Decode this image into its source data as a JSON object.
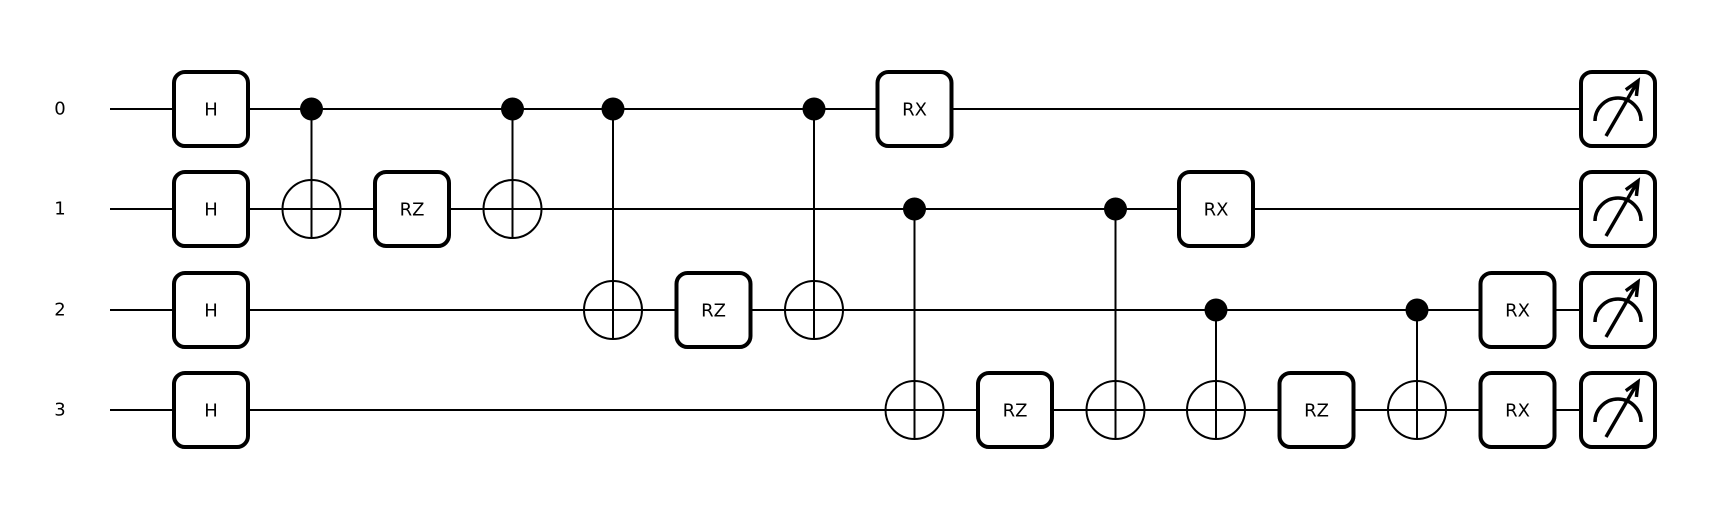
{
  "wires": [
    "0",
    "1",
    "2",
    "3"
  ],
  "operations": [
    {
      "type": "gate",
      "label": "H",
      "wire": 0,
      "step": 0
    },
    {
      "type": "gate",
      "label": "H",
      "wire": 1,
      "step": 0
    },
    {
      "type": "gate",
      "label": "H",
      "wire": 2,
      "step": 0
    },
    {
      "type": "gate",
      "label": "H",
      "wire": 3,
      "step": 0
    },
    {
      "type": "cnot",
      "control": 0,
      "target": 1,
      "step": 1
    },
    {
      "type": "gate",
      "label": "RZ",
      "wire": 1,
      "step": 2
    },
    {
      "type": "cnot",
      "control": 0,
      "target": 1,
      "step": 3
    },
    {
      "type": "cnot",
      "control": 0,
      "target": 2,
      "step": 4
    },
    {
      "type": "gate",
      "label": "RZ",
      "wire": 2,
      "step": 5
    },
    {
      "type": "cnot",
      "control": 0,
      "target": 2,
      "step": 6
    },
    {
      "type": "gate",
      "label": "RX",
      "wire": 0,
      "step": 7
    },
    {
      "type": "cnot",
      "control": 1,
      "target": 3,
      "step": 7
    },
    {
      "type": "gate",
      "label": "RZ",
      "wire": 3,
      "step": 8
    },
    {
      "type": "cnot",
      "control": 1,
      "target": 3,
      "step": 9
    },
    {
      "type": "gate",
      "label": "RX",
      "wire": 1,
      "step": 10
    },
    {
      "type": "cnot",
      "control": 2,
      "target": 3,
      "step": 10
    },
    {
      "type": "gate",
      "label": "RZ",
      "wire": 3,
      "step": 11
    },
    {
      "type": "cnot",
      "control": 2,
      "target": 3,
      "step": 12
    },
    {
      "type": "gate",
      "label": "RX",
      "wire": 2,
      "step": 13
    },
    {
      "type": "gate",
      "label": "RX",
      "wire": 3,
      "step": 13
    },
    {
      "type": "measure",
      "wire": 0,
      "step": 14
    },
    {
      "type": "measure",
      "wire": 1,
      "step": 14
    },
    {
      "type": "measure",
      "wire": 2,
      "step": 14
    },
    {
      "type": "measure",
      "wire": 3,
      "step": 14
    }
  ]
}
